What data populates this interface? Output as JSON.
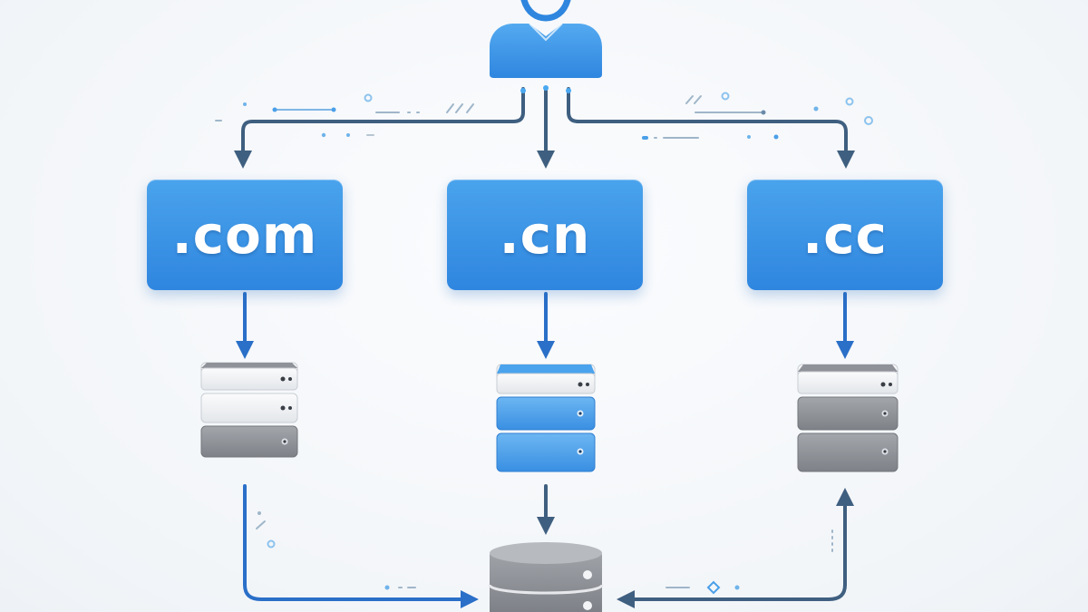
{
  "diagram": {
    "user": {
      "icon": "user-icon"
    },
    "domains": [
      {
        "id": "com",
        "label": ".com"
      },
      {
        "id": "cn",
        "label": ".cn"
      },
      {
        "id": "cc",
        "label": ".cc"
      }
    ],
    "servers": [
      {
        "id": "server-com",
        "icon": "server-stack-icon",
        "style": "gray"
      },
      {
        "id": "server-cn",
        "icon": "server-stack-icon",
        "style": "blue"
      },
      {
        "id": "server-cc",
        "icon": "server-stack-icon",
        "style": "gray"
      }
    ],
    "database": {
      "icon": "database-icon"
    },
    "colors": {
      "accent_blue": "#2f86df",
      "dark_arrow": "#3f5f80",
      "blue_arrow": "#2a6fc8",
      "server_gray": "#8c8f95",
      "server_light": "#eceef1"
    }
  }
}
